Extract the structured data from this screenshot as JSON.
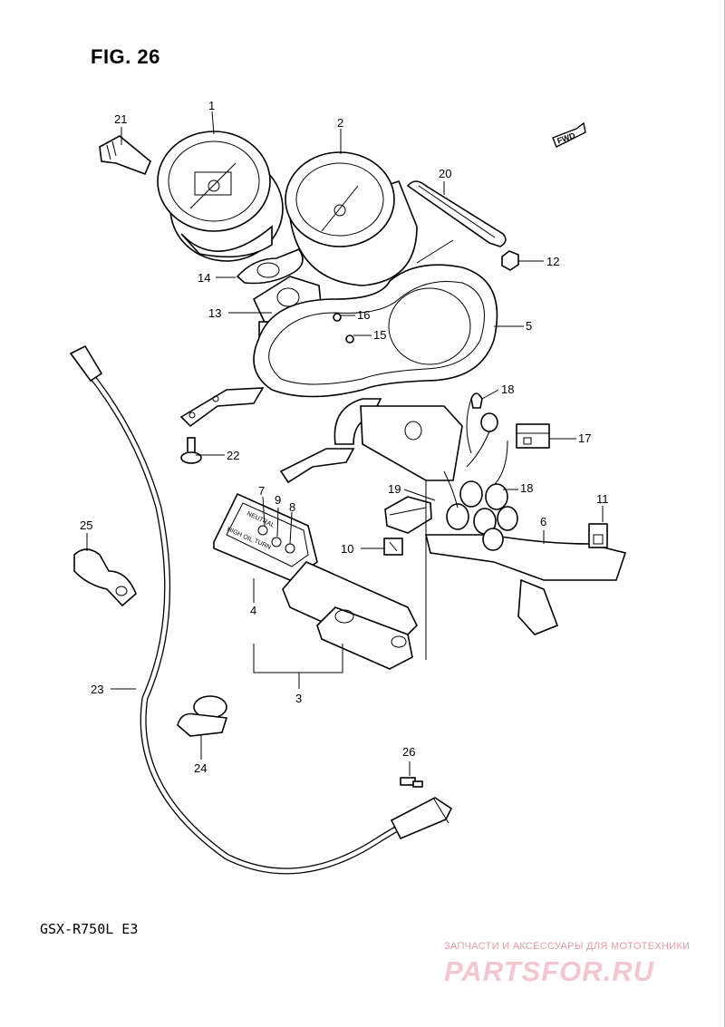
{
  "figure": {
    "title": "FIG. 26",
    "model": "GSX-R750L  E3",
    "fwd_label": "FWD"
  },
  "watermark": {
    "line": "ЗАПЧАСТИ И АКСЕССУАРЫ ДЛЯ МОТОТЕХНИКИ",
    "brand": "PARTSFOR.RU"
  },
  "callouts": [
    "1",
    "2",
    "3",
    "4",
    "5",
    "6",
    "7",
    "8",
    "9",
    "10",
    "11",
    "12",
    "13",
    "14",
    "15",
    "16",
    "17",
    "18",
    "18",
    "19",
    "20",
    "21",
    "22",
    "23",
    "24",
    "25",
    "26"
  ]
}
